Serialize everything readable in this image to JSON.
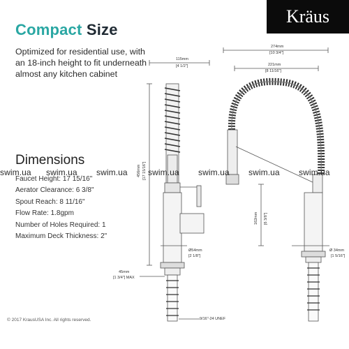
{
  "heading": {
    "part1": "Compact",
    "part2": "Size"
  },
  "intro": "Optimized for residential use, with an 18-inch height to fit underneath almost any kitchen cabinet",
  "logo": "Kräus",
  "dimensions": {
    "title": "Dimensions",
    "specs": [
      "Faucet Height: 17 15/16\"",
      "Aerator Clearance: 6 3/8\"",
      "Spout Reach: 8 11/16\"",
      "Flow Rate: 1.8gpm",
      "Number of Holes Required: 1",
      "Maximum Deck Thickness: 2\""
    ]
  },
  "watermarks": [
    "swim.ua",
    "swim.ua",
    "swim.ua",
    "swim.ua",
    "swim.ua",
    "swim.ua",
    "swim.ua"
  ],
  "drawing": {
    "left_top_mm": "115mm",
    "left_top_in": "[4 1/2\"]",
    "height_mm": "456mm",
    "height_in": "[17 15/16\"]",
    "base_mm": "Ø54mm",
    "base_in": "[2 1/8\"]",
    "deck_mm": "45mm",
    "deck_in": "[1 3/4\"] MAX",
    "thread": "9/16\"-24 UNEF",
    "right_top_mm": "274mm",
    "right_top_in": "[10 3/4\"]",
    "reach_mm": "221mm",
    "reach_in": "[8 11/16\"]",
    "clear_mm": "162mm",
    "clear_in": "[6 3/8\"]",
    "hole_mm": "Ø 34mm",
    "hole_in": "[1 5/16\"]"
  },
  "footer": "© 2017 KrausUSA Inc. All rights reserved."
}
